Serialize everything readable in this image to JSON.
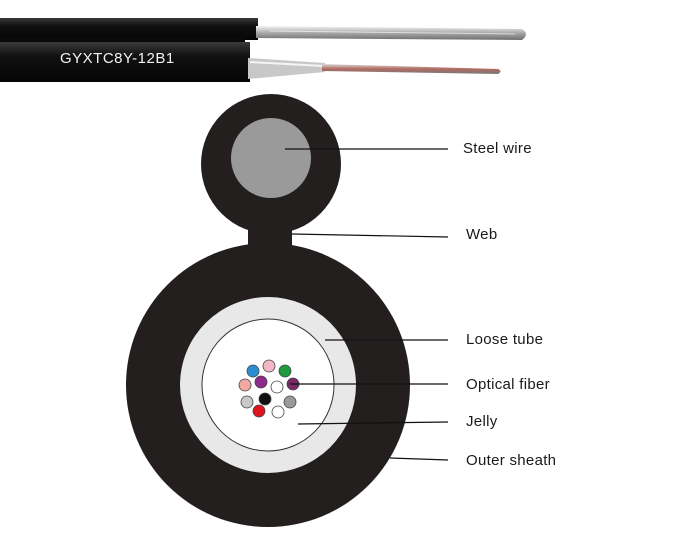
{
  "product": {
    "model": "GYXTC8Y-12B1"
  },
  "labels": {
    "steel_wire": "Steel wire",
    "web": "Web",
    "loose_tube": "Loose tube",
    "optical_fiber": "Optical fiber",
    "jelly": "Jelly",
    "outer_sheath": "Outer sheath"
  },
  "colors": {
    "sheath": "#231f1e",
    "steel_core": "#9a9a9a",
    "jelly": "#e8e8e8",
    "loose_tube_fill": "#ffffff",
    "leader_line": "#111111"
  },
  "fibers": [
    {
      "name": "blue",
      "color": "#2a8fd0"
    },
    {
      "name": "pink",
      "color": "#f2b8c6"
    },
    {
      "name": "green",
      "color": "#1e9b3e"
    },
    {
      "name": "rose",
      "color": "#f0a8a0"
    },
    {
      "name": "violet",
      "color": "#8e2a8a"
    },
    {
      "name": "white",
      "color": "#ffffff"
    },
    {
      "name": "purple",
      "color": "#7a2a6a"
    },
    {
      "name": "light-gray",
      "color": "#c8c8c8"
    },
    {
      "name": "black",
      "color": "#111111"
    },
    {
      "name": "gray",
      "color": "#9a9a9a"
    },
    {
      "name": "red",
      "color": "#e0141e"
    },
    {
      "name": "white-2",
      "color": "#ffffff"
    }
  ]
}
